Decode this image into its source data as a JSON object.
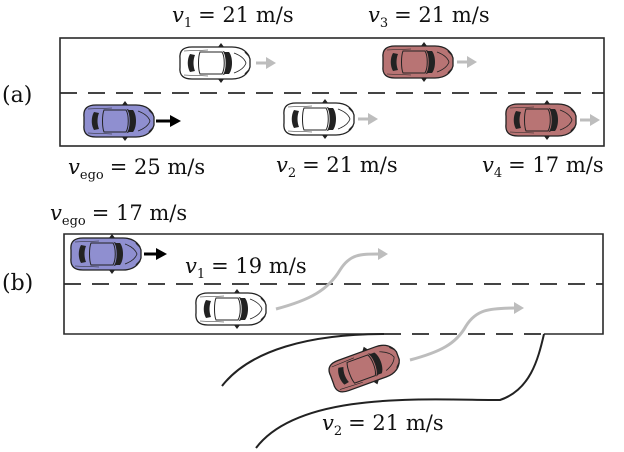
{
  "panel_a": {
    "tag": "(a)",
    "ego_speed": {
      "var": "v",
      "sub": "ego",
      "value": "= 25 m/s"
    },
    "v1": {
      "var": "v",
      "sub": "1",
      "value": "= 21 m/s"
    },
    "v2": {
      "var": "v",
      "sub": "2",
      "value": "= 21 m/s"
    },
    "v3": {
      "var": "v",
      "sub": "3",
      "value": "= 21 m/s"
    },
    "v4": {
      "var": "v",
      "sub": "4",
      "value": "= 17 m/s"
    }
  },
  "panel_b": {
    "tag": "(b)",
    "ego_speed": {
      "var": "v",
      "sub": "ego",
      "value": "= 17 m/s"
    },
    "v1": {
      "var": "v",
      "sub": "1",
      "value": "= 19 m/s"
    },
    "v2": {
      "var": "v",
      "sub": "2",
      "value": "= 21 m/s"
    }
  },
  "colors": {
    "ego_car": "#8f8fd0",
    "red_car": "#b87474",
    "white_car": "#ffffff",
    "arrow_gray": "#bdbdbd",
    "arrow_black": "#000000",
    "road_line": "#2a2a2a"
  }
}
